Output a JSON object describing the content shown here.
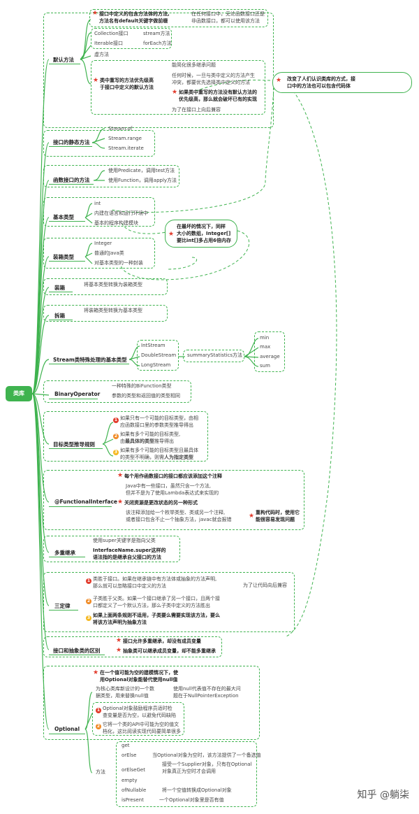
{
  "root": "类库",
  "sections": {
    "default_method": {
      "title": "默认方法",
      "star1_a": "接口中定义的包含方法体的方法,",
      "star1_b": "方法名有default关键字做前缀",
      "note1_a": "在任何接口中，无论函数接口还是",
      "note1_b": "非函数接口，都可以使用该方法",
      "collection": "Collection接口",
      "stream_method": "stream方法",
      "iterable": "Iterable接口",
      "foreach": "forEach方法",
      "virtual": "虚方法",
      "star2_a": "类中重写的方法优先级高",
      "star2_b": "于接口中定义的默认方法",
      "simplify": "能简化很多继承问题",
      "anytime_a": "任何时候，一旦与类中定义的方法产生",
      "anytime_b": "冲突，都要优先选择类中定义的方法",
      "star3_a": "如果类中重写的方法没有默认方法的",
      "star3_b": "优先级高，那么就会破坏已有的实现",
      "compat": "为了在接口上向后兼容",
      "callout_a": "改变了人们认识类库的方式，接",
      "callout_b": "口中的方法也可以包含代码体"
    },
    "static_method": {
      "title": "接口的静态方法",
      "items": [
        "Stream.of",
        "Stream.range",
        "Stream.iterate"
      ]
    },
    "functional": {
      "title": "函数接口的方法",
      "items": [
        "使用Predicate，调用test方法",
        "使用Function，调用apply方法"
      ]
    },
    "basic_type": {
      "title": "基本类型",
      "items": [
        "int",
        "内建在语言和运行环境中",
        "基本的程序构建模块"
      ]
    },
    "boxed_type": {
      "title": "装箱类型",
      "items": [
        "Integer",
        "普通的Java类",
        "对基本类型的一种封装"
      ],
      "callout_a": "在最坏的情况下，同样",
      "callout_b": "大小的数组，Integer[]",
      "callout_c": "要比int[]多占用6倍内存"
    },
    "boxing": {
      "title": "装箱",
      "desc": "将基本类型转换为装箱类型"
    },
    "unboxing": {
      "title": "拆箱",
      "desc": "将装箱类型转换为基本类型"
    },
    "stream_special": {
      "title": "Stream类特殊处理的基本类型",
      "items": [
        "IntStream",
        "DoubleStream",
        "LongStream"
      ],
      "summary": "summaryStatistics方法",
      "stats": [
        "min",
        "max",
        "average",
        "sum"
      ]
    },
    "binary_operator": {
      "title": "BinaryOperator",
      "items": [
        "一种特殊的BiFunction类型",
        "参数的类型和返回值的类型相同"
      ]
    },
    "inference": {
      "title": "目标类型推导规则",
      "r1_a": "如果只有一个可能的目标类型，由相",
      "r1_b": "应函数接口里的参数类型推导得出",
      "r2_a": "如果有多个可能的目标类型,",
      "r2_b1": "由",
      "r2_b2": "最具体的类型",
      "r2_b3": "推导得出",
      "r3_a": "如果有多个可能的目标类型且最具体",
      "r3_b1": "的类型不明确，则需",
      "r3_b2": "人为指定类型",
      "nums": [
        "1",
        "2",
        "3"
      ]
    },
    "annotation": {
      "title": "@FunctionalInterface",
      "star1": "每个用作函数接口的接口都应该添加这个注释",
      "java_a": "Java中有一些接口，虽然只含一个方法,",
      "java_b": "但并不是为了使用Lambda表达式来实现的",
      "star2": "关闭资源是更改状态的另一种形式",
      "anno_a": "该注释添加给一个枚举类型、类或另一个注释,",
      "anno_b": "或者接口包含不止一个抽象方法，javac就会报错",
      "star3_a": "重构代码时，使用它",
      "star3_b": "能很容易发现问题"
    },
    "multi_inherit": {
      "title": "多重继承",
      "items": [
        "使用super关键字是指向父类"
      ],
      "bold_a": "InterfaceName.super这样的",
      "bold_b": "语法指的是继承自父接口的方法"
    },
    "three_laws": {
      "title": "三定律",
      "r1_a": "类胜于接口。如果在继承链中有方法体或抽象的方法声明,",
      "r1_b": "那么就可以忽略接口中定义的方法",
      "r1_note": "为了让代码向后兼容",
      "r2_a": "子类胜于父类。如果一个接口继承了另一个接口，且两个接",
      "r2_b": "口都定义了一个默认方法，那么子类中定义的方法胜出",
      "r3_a": "如果上面两条规则不适用，子类要么需要实现该方法，要么",
      "r3_b": "将该方法声明为抽象方法",
      "nums": [
        "1",
        "2",
        "3"
      ]
    },
    "interface_vs_abstract": {
      "title": "接口和抽象类的区别",
      "items": [
        "接口允许多重继承，却没有成员变量",
        "抽象类可以继承成员变量，却不能多重继承"
      ]
    },
    "optional": {
      "title": "Optional",
      "star_a": "在一个值可能为空的建模情况下，使",
      "star_b": "用Optional对象能替代使用null值",
      "core_a": "为核心类库新设计的一个数",
      "core_b": "据类型，用来替换null值",
      "null_a": "使用null代表值不存在的最大问",
      "null_b": "题在于NullPointerException",
      "enc_a": "Optional对象鼓励程序员适时检",
      "enc_b": "查变量是否为空，以避免代码缺陷",
      "doc_a": "它将一个类的API中可能为空的值文",
      "doc_b": "档化，这比阅读实现代码要简单很多",
      "methods_title": "方法",
      "methods": [
        "get",
        "orElse",
        "orElseGet",
        "empty",
        "ofNullable",
        "isPresent"
      ],
      "orelse_desc": "当Optional对象为空时，该方法提供了一个备选值",
      "orelseget_a": "接受一个Supplier对象，只有在Optional",
      "orelseget_b": "对象真正为空时才会调用",
      "ofnullable_desc": "将一个空值转换成Optional对象",
      "ispresent_desc": "一个Optional对象里是否有值",
      "nums": [
        "1",
        "2"
      ]
    }
  },
  "watermark": "知乎 @躺柒",
  "colors": {
    "accent": "#3fb34f",
    "star": "#e23b2c",
    "n1": "#e23b2c",
    "n2": "#f08a24",
    "n3": "#f5b820"
  }
}
